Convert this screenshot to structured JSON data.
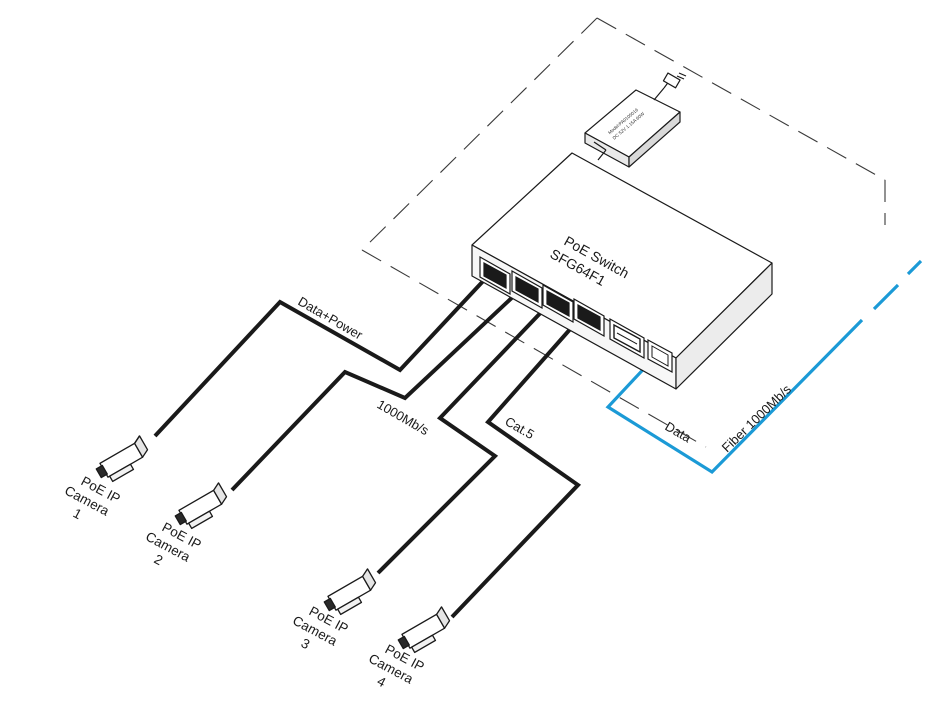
{
  "switch": {
    "title_line1": "PoE Switch",
    "title_line2": "SFG64F1",
    "port_count": 6
  },
  "power_adapter": {
    "text_line1": "Model:PA0105016",
    "text_line2": "DC 52V 1.15A 60W"
  },
  "links": {
    "data_power": "Data+Power",
    "speed": "1000Mb/s",
    "cable": "Cat.5",
    "data": "Data",
    "fiber": "Fiber  1000Mb/s"
  },
  "cameras": [
    {
      "line1": "PoE IP",
      "line2": "Camera",
      "line3": "1"
    },
    {
      "line1": "PoE IP",
      "line2": "Camera",
      "line3": "2"
    },
    {
      "line1": "PoE IP",
      "line2": "Camera",
      "line3": "3"
    },
    {
      "line1": "PoE IP",
      "line2": "Camera",
      "line3": "4"
    }
  ],
  "colors": {
    "cable": "#1a1a1a",
    "fiber": "#1b9ad6",
    "outline": "#3a3a3a",
    "dash": "#3a3a3a"
  }
}
